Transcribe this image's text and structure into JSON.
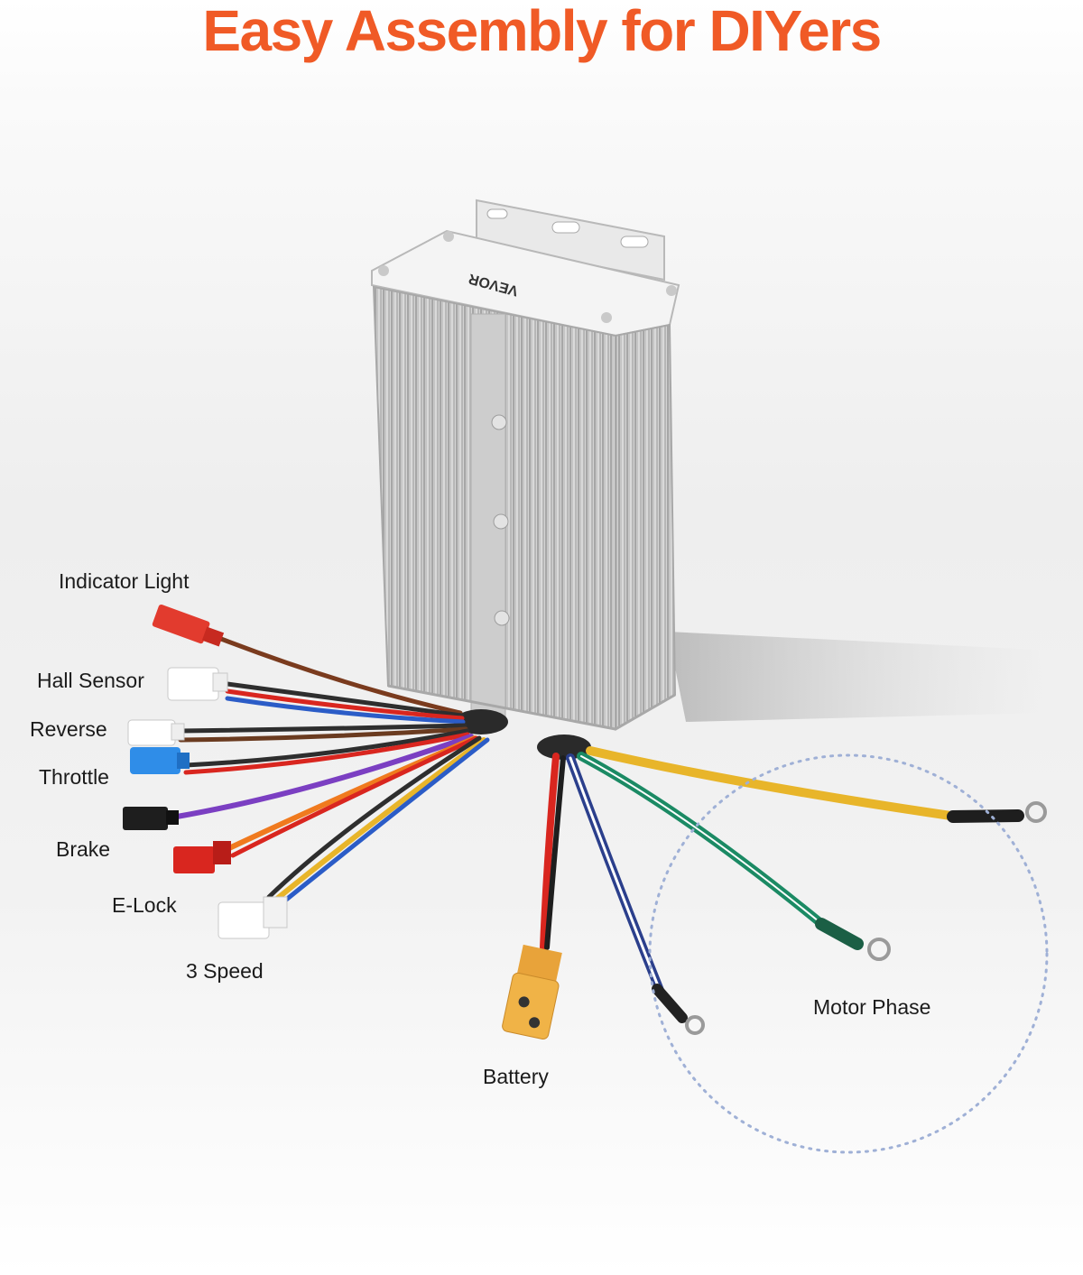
{
  "title": "Easy Assembly for DIYers",
  "product": {
    "brand_text": "VEVOR"
  },
  "connector_labels": {
    "indicator_light": "Indicator Light",
    "hall_sensor": "Hall Sensor",
    "reverse": "Reverse",
    "throttle": "Throttle",
    "brake": "Brake",
    "e_lock": "E-Lock",
    "three_speed": "3 Speed",
    "battery": "Battery",
    "motor_phase": "Motor Phase"
  },
  "colors": {
    "title": "#f05a26",
    "highlight_circle": "#9fb0d6",
    "wire_yellow": "#e8b52a",
    "wire_green": "#1b8a64",
    "wire_blue": "#2b3f8c",
    "wire_red": "#d9261f",
    "wire_purple": "#7b3fc2",
    "wire_orange": "#f07a1e"
  }
}
